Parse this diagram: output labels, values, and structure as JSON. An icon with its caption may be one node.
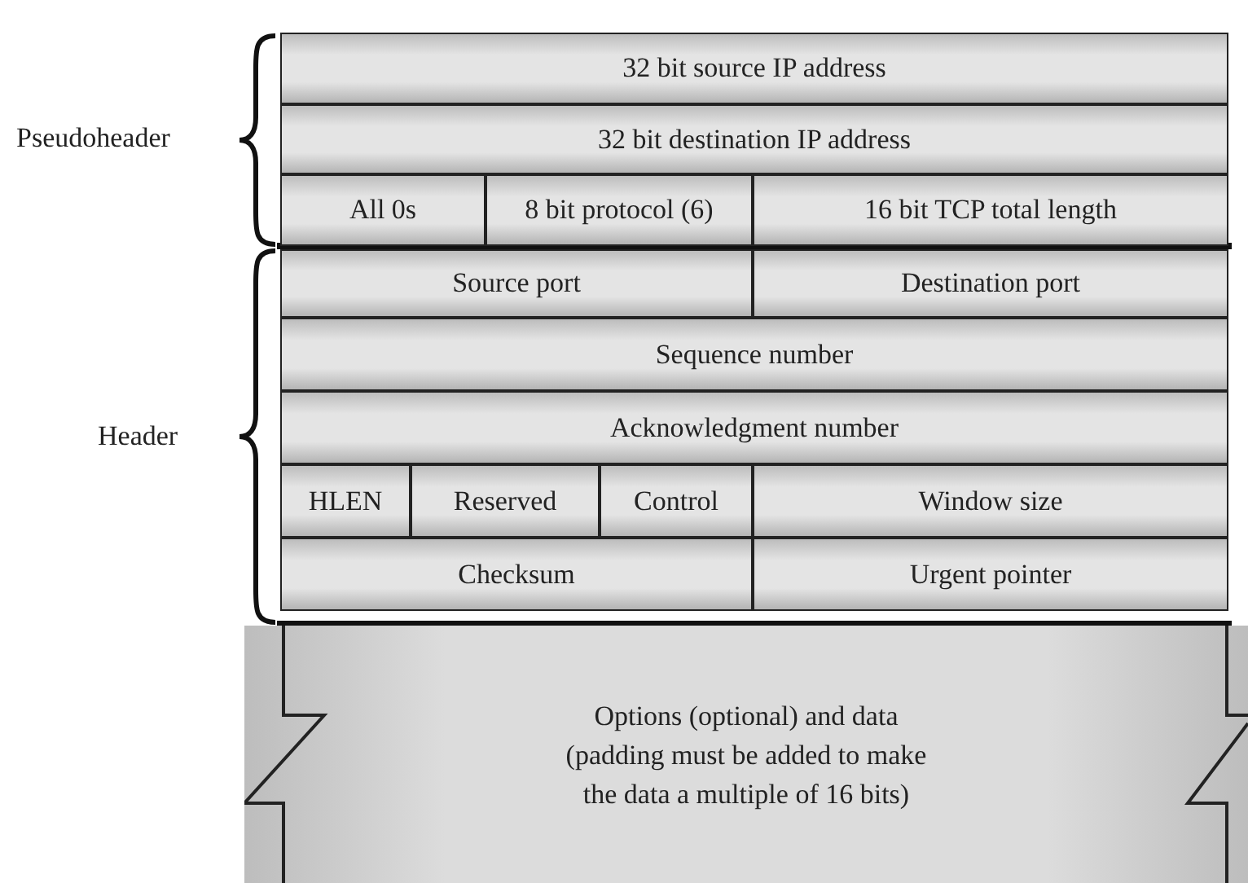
{
  "diagram": {
    "nodes": [
      {
        "text": [
          "32 bit source IP address"
        ]
      },
      {
        "text": [
          "32 bit destination IP address"
        ]
      },
      {
        "text": [
          "All 0s"
        ]
      },
      {
        "text": [
          "8 bit protocol (6)"
        ]
      },
      {
        "text": [
          "16 bit TCP total length"
        ]
      },
      {
        "text": [
          "Source port"
        ]
      },
      {
        "text": [
          "Destination port"
        ]
      },
      {
        "text": [
          "Sequence number"
        ]
      },
      {
        "text": [
          "Acknowledgment number"
        ]
      },
      {
        "text": [
          "HLEN"
        ]
      },
      {
        "text": [
          "Reserved"
        ]
      },
      {
        "text": [
          "Control"
        ]
      },
      {
        "text": [
          "Window size"
        ]
      },
      {
        "text": [
          "Checksum"
        ]
      },
      {
        "text": [
          "Urgent pointer"
        ]
      },
      {
        "text": [
          "Options (optional) and data",
          "(padding must be added to make the data a multiple of 16 bits)"
        ]
      }
    ],
    "labels": [
      "Pseudoheader",
      "Header"
    ]
  }
}
